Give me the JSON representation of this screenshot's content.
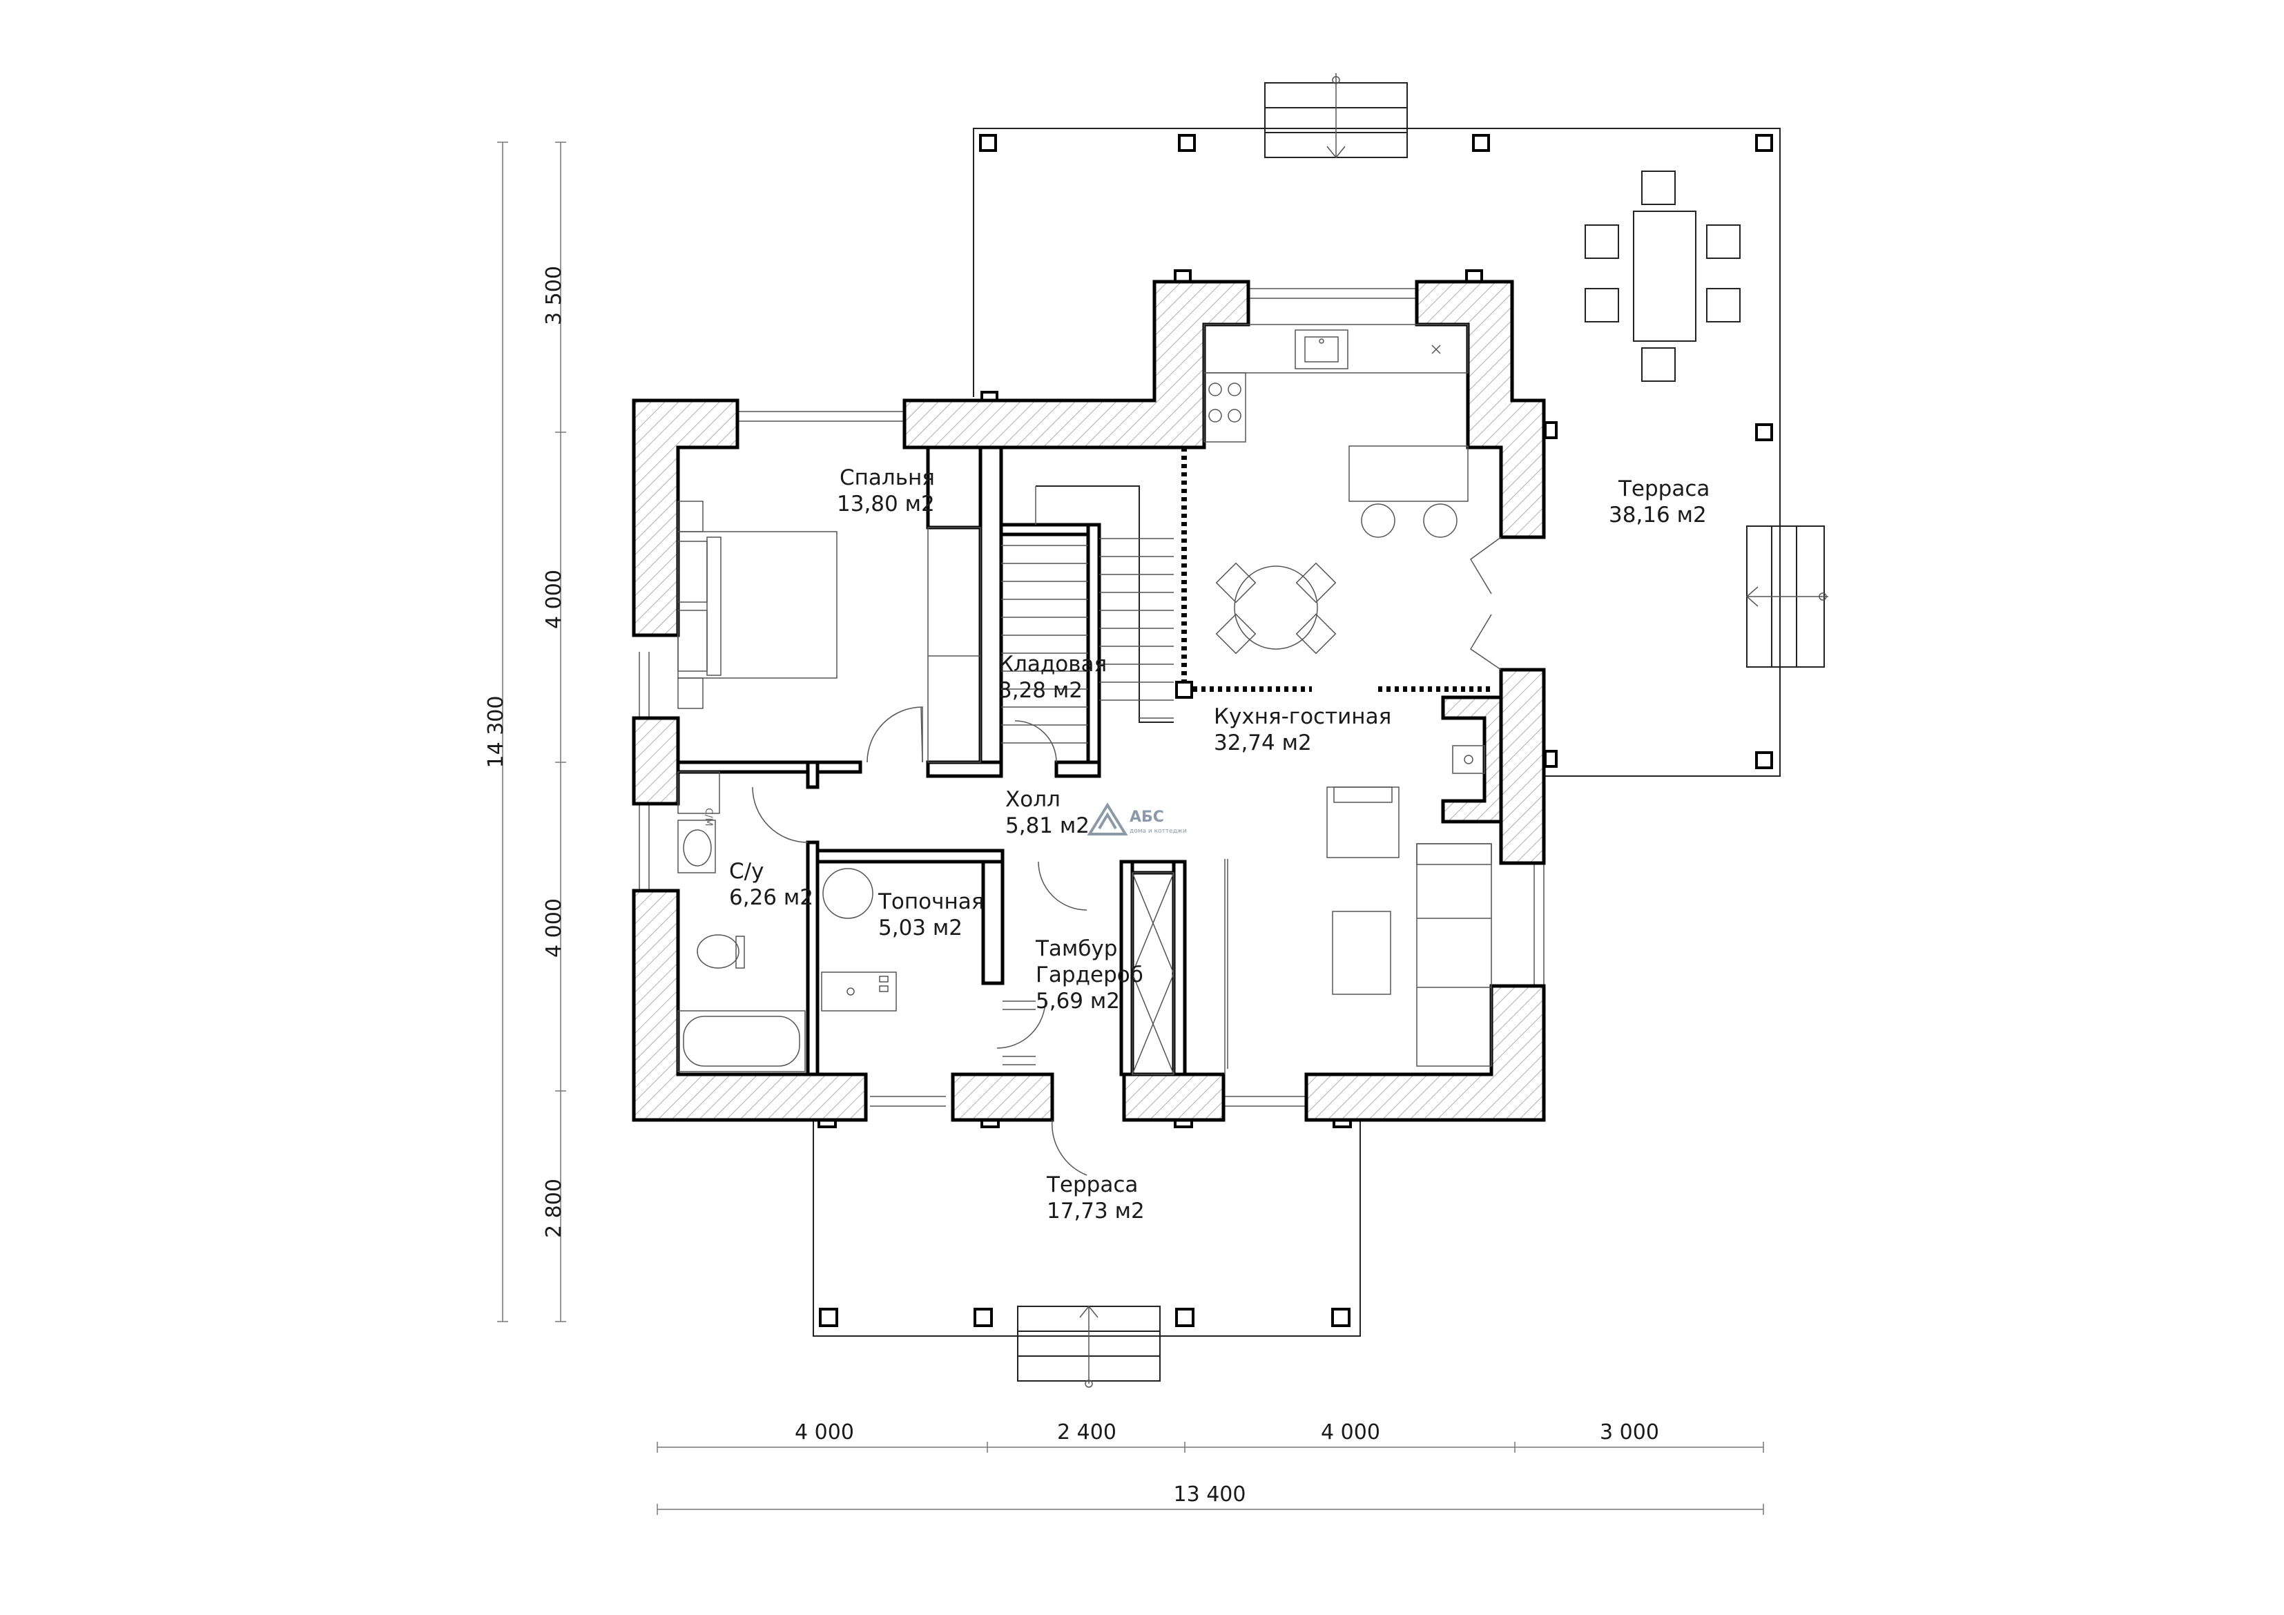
{
  "rooms": {
    "bedroom": {
      "name": "Спальня",
      "area": "13,80 м2"
    },
    "pantry": {
      "name": "Кладовая",
      "area": "3,28 м2"
    },
    "kitchen": {
      "name": "Кухня-гостиная",
      "area": "32,74 м2"
    },
    "hall": {
      "name": "Холл",
      "area": "5,81 м2"
    },
    "bathroom": {
      "name": "С/у",
      "area": "6,26 м2"
    },
    "boiler": {
      "name": "Топочная",
      "area": "5,03 м2"
    },
    "vestibule": {
      "name": "Тамбур",
      "name2": "Гардероб",
      "area": "5,69 м2"
    },
    "terrace_north": {
      "name": "Терраса",
      "area": "38,16 м2"
    },
    "terrace_south": {
      "name": "Терраса",
      "area": "17,73 м2"
    }
  },
  "dimensions": {
    "left": [
      "3 500",
      "4 000",
      "4 000",
      "2 800"
    ],
    "left_total": "14 300",
    "bottom": [
      "4 000",
      "2 400",
      "4 000",
      "3 000"
    ],
    "bottom_total": "13 400"
  },
  "logo": {
    "name": "АБС",
    "tagline": "дома и коттеджи"
  },
  "fixtures": {
    "washer_label": "С/М"
  }
}
